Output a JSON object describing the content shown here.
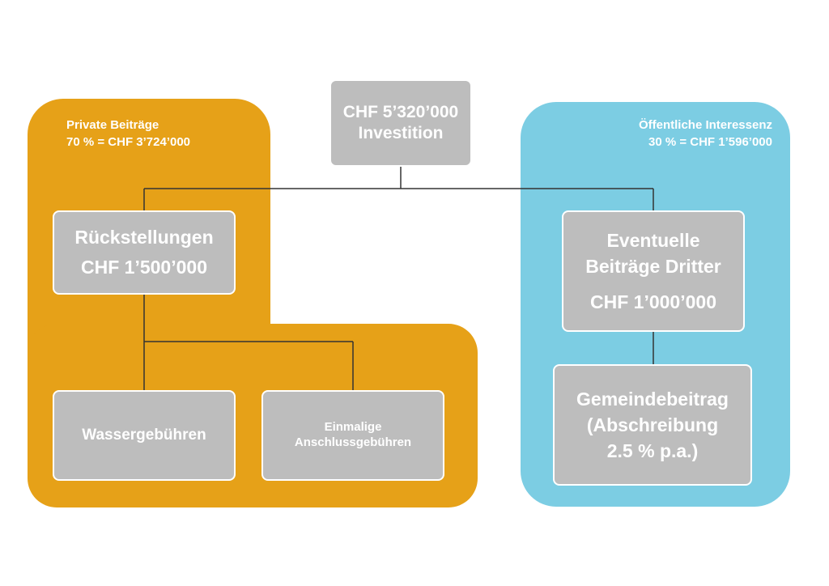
{
  "colors": {
    "private": "#e6a118",
    "public": "#7ccde3",
    "box": "#bdbdbd",
    "line": "#333333"
  },
  "top": {
    "amount": "CHF 5’320’000",
    "label": "Investition"
  },
  "private": {
    "title": "Private Beiträge",
    "share": "70 % = CHF 3’724’000",
    "reserves": {
      "title": "Rückstellungen",
      "amount": "CHF 1’500’000"
    },
    "water_fees": "Wassergebühren",
    "connection_fees": {
      "line1": "Einmalige",
      "line2": "Anschlussgebühren"
    }
  },
  "public": {
    "title": "Öffentliche Interessenz",
    "share": "30 % = CHF 1’596’000",
    "third_party": {
      "line1": "Eventuelle",
      "line2": "Beiträge Dritter",
      "amount": "CHF 1’000’000"
    },
    "municipal": {
      "line1": "Gemeindebeitrag",
      "line2": "(Abschreibung",
      "line3": "2.5 % p.a.)"
    }
  }
}
